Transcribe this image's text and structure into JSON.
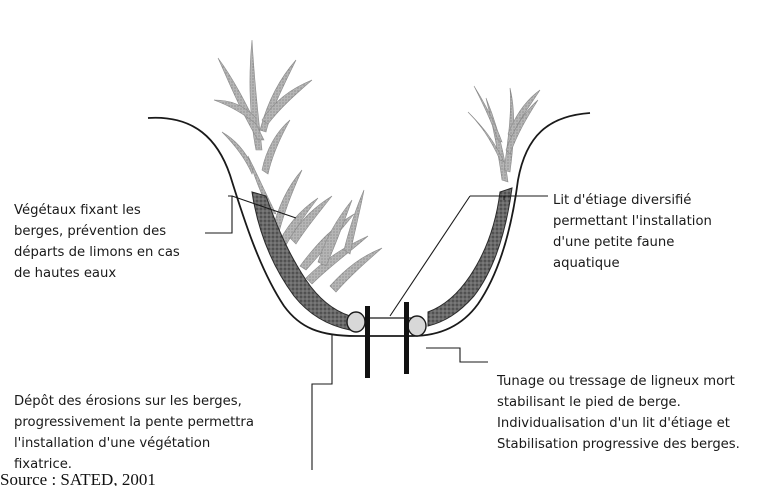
{
  "colors": {
    "ink": "#1a1a1a",
    "bank_fill": "#5a5a5a",
    "vegetation": "#a8a8a8"
  },
  "annotations": {
    "vegetation": {
      "lines": [
        "Végétaux fixant les",
        "berges, prévention des",
        "départs de limons en cas",
        "de hautes eaux"
      ]
    },
    "low_flow_bed": {
      "lines": [
        "Lit d'étiage diversifié",
        "permettant l'installation",
        "d'une petite faune",
        "aquatique"
      ]
    },
    "wattle": {
      "lines": [
        "Tunage ou tressage de ligneux mort",
        "stabilisant le pied de berge.",
        "Individualisation d'un lit d'étiage et",
        "Stabilisation progressive des berges."
      ]
    },
    "erosion_deposit": {
      "lines": [
        "Dépôt des érosions sur les berges,",
        "progressivement la pente permettra",
        "l'installation d'une végétation",
        "fixatrice."
      ]
    }
  },
  "source": "Source : SATED, 2001"
}
